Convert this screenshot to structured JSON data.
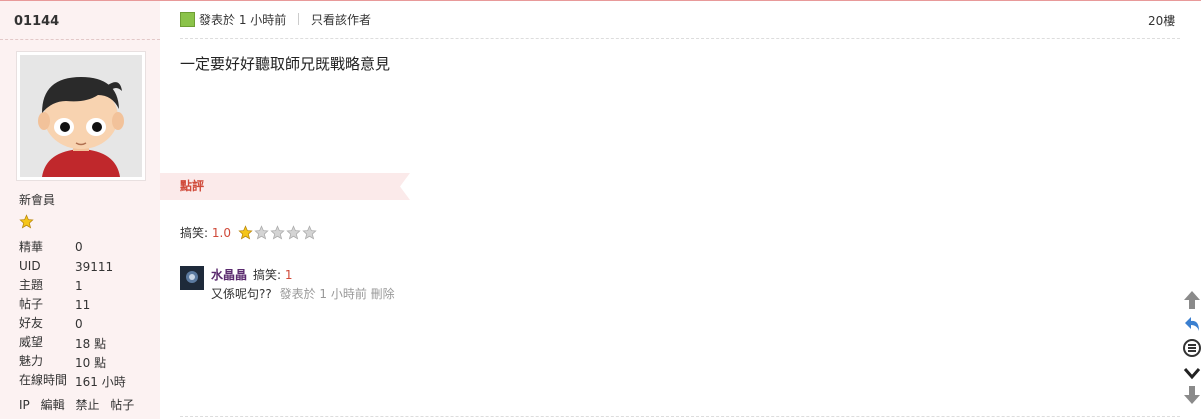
{
  "user": {
    "username": "01144",
    "rank": "新會員",
    "stats": [
      {
        "label": "精華",
        "value": "0"
      },
      {
        "label": "UID",
        "value": "39111"
      },
      {
        "label": "主題",
        "value": "1"
      },
      {
        "label": "帖子",
        "value": "11"
      },
      {
        "label": "好友",
        "value": "0"
      },
      {
        "label": "威望",
        "value": "18 點"
      },
      {
        "label": "魅力",
        "value": "10 點"
      },
      {
        "label": "在線時間",
        "value": "161 小時"
      }
    ],
    "admin_links": [
      "IP",
      "編輯",
      "禁止",
      "帖子"
    ]
  },
  "post": {
    "posted_prefix": "發表於",
    "posted_time": "1 小時前",
    "only_author": "只看該作者",
    "floor": "20樓",
    "content": "一定要好好聽取師兄既戰略意見"
  },
  "rating": {
    "title": "點評",
    "label": "搞笑:",
    "value": "1.0",
    "stars_filled": 1,
    "stars_total": 5
  },
  "comment": {
    "user": "水晶晶",
    "score_label": "搞笑:",
    "score": "1",
    "text": "又係呢句??",
    "meta": "發表於 1 小時前",
    "delete": "刪除"
  },
  "colors": {
    "sidebar_bg": "#fcf2f2",
    "accent_red": "#d04a3a",
    "comment_user": "#5a2a6e",
    "star_gold": "#f5c518"
  },
  "nav_icons": [
    "arrow-up-icon",
    "reply-icon",
    "quick-reply-icon",
    "chevron-down-icon",
    "arrow-down-icon"
  ]
}
